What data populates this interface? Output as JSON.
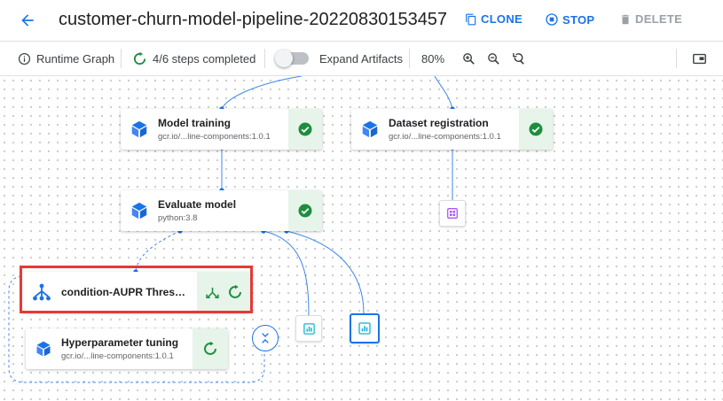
{
  "header": {
    "title": "customer-churn-model-pipeline-20220830153457",
    "clone_label": "CLONE",
    "stop_label": "STOP",
    "delete_label": "DELETE"
  },
  "toolbar": {
    "runtime_graph_label": "Runtime Graph",
    "steps_label": "4/6 steps completed",
    "expand_artifacts_label": "Expand Artifacts",
    "expand_artifacts_on": false,
    "zoom_level": "80%"
  },
  "nodes": {
    "model_training": {
      "name": "Model training",
      "subtitle": "gcr.io/...line-components:1.0.1",
      "status": "succeeded"
    },
    "dataset_registration": {
      "name": "Dataset registration",
      "subtitle": "gcr.io/...line-components:1.0.1",
      "status": "succeeded"
    },
    "evaluate_model": {
      "name": "Evaluate model",
      "subtitle": "python:3.8",
      "status": "succeeded"
    },
    "condition": {
      "name": "condition-AUPR Threshold",
      "status": "running"
    },
    "hyperparameter_tuning": {
      "name": "Hyperparameter tuning",
      "subtitle": "gcr.io/...line-components:1.0.1",
      "status": "running"
    }
  },
  "colors": {
    "accent": "#1a73e8",
    "success": "#1e8e3e",
    "success_bg": "#e6f4ea",
    "dataset_artifact": "#a142f4",
    "metrics_artifact": "#12b5cb",
    "highlight": "#e53935"
  }
}
